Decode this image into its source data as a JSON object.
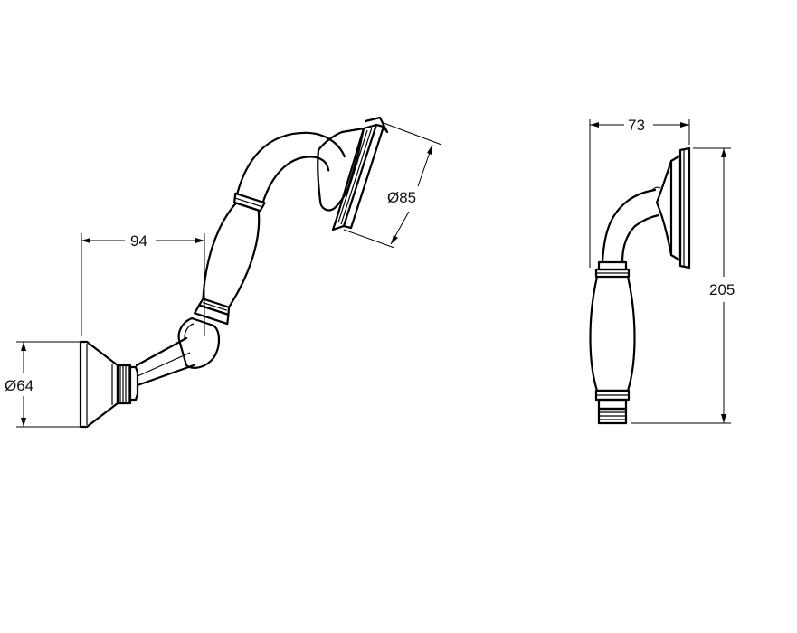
{
  "dimensions": {
    "wall_bracket_diameter": "Ø64",
    "bracket_offset": "94",
    "head_diameter": "Ø85",
    "head_width": "73",
    "handset_length": "205"
  }
}
